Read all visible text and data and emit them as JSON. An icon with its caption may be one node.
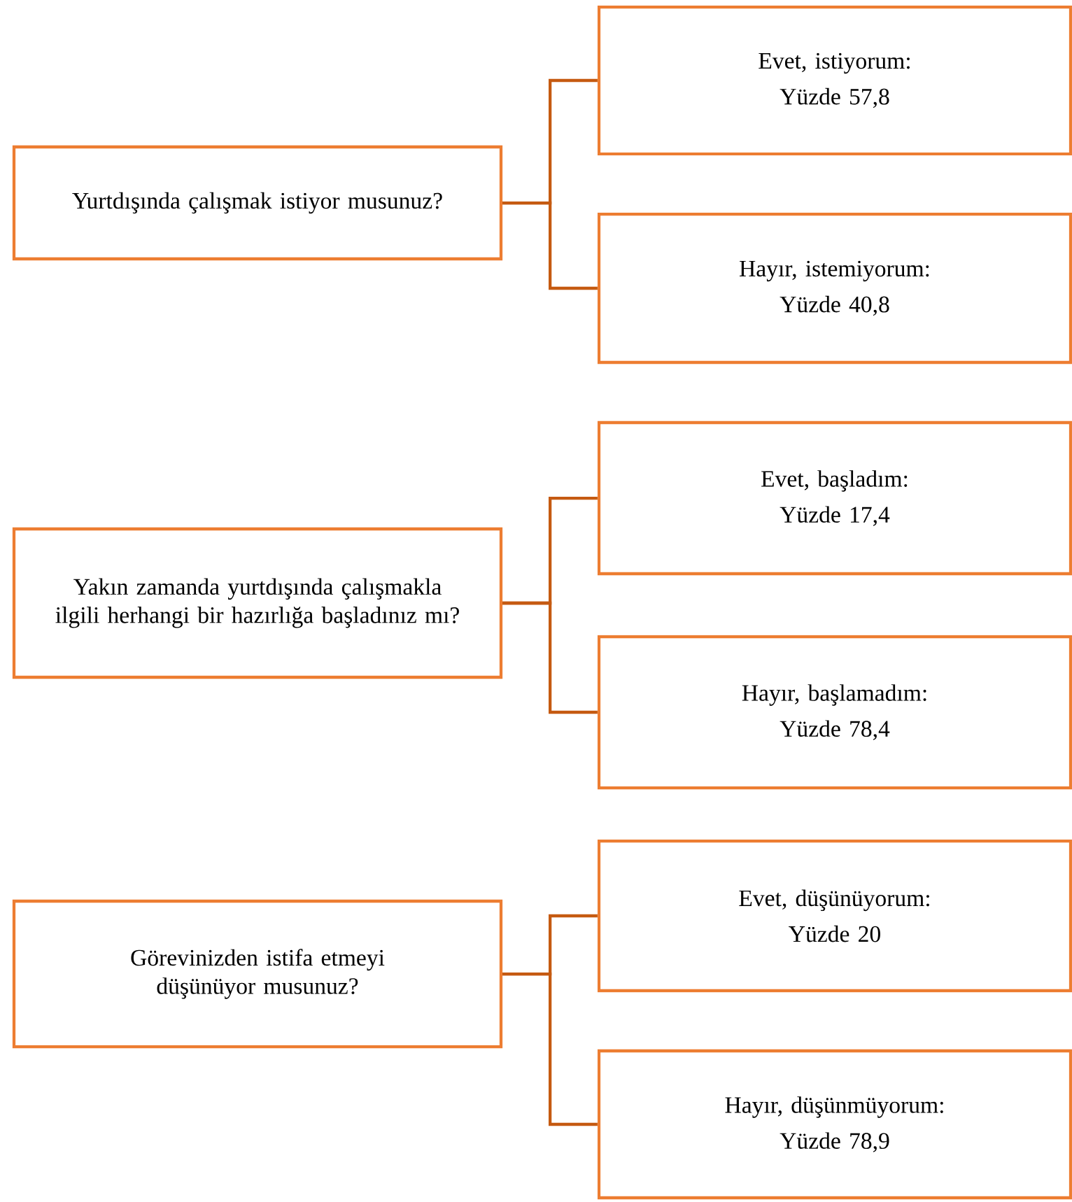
{
  "diagram": {
    "nodes": [
      {
        "text": [
          "Yurtdışında çalışmak istiyor musunuz?"
        ]
      },
      {
        "text": [
          "Evet, istiyorum:",
          "Yüzde 57,8"
        ]
      },
      {
        "text": [
          "Hayır, istemiyorum:",
          "Yüzde 40,8"
        ]
      },
      {
        "text": [
          "Yakın zamanda yurtdışında çalışmakla ilgili herhangi bir hazırlığa başladınız mı?"
        ]
      },
      {
        "text": [
          "Evet, başladım:",
          "Yüzde 17,4"
        ]
      },
      {
        "text": [
          "Hayır, başlamadım:",
          "Yüzde 78,4"
        ]
      },
      {
        "text": [
          "Görevinizden istifa etmeyi düşünüyor musunuz?"
        ]
      },
      {
        "text": [
          "Evet, düşünüyorum:",
          "Yüzde 20"
        ]
      },
      {
        "text": [
          "Hayır, düşünmüyorum:",
          "Yüzde 78,9"
        ]
      }
    ],
    "edges": [
      {
        "from": 0,
        "to": 1,
        "arrow": "none"
      },
      {
        "from": 0,
        "to": 2,
        "arrow": "none"
      },
      {
        "from": 3,
        "to": 4,
        "arrow": "none"
      },
      {
        "from": 3,
        "to": 5,
        "arrow": "none"
      },
      {
        "from": 6,
        "to": 7,
        "arrow": "none"
      },
      {
        "from": 6,
        "to": 8,
        "arrow": "none"
      }
    ]
  }
}
